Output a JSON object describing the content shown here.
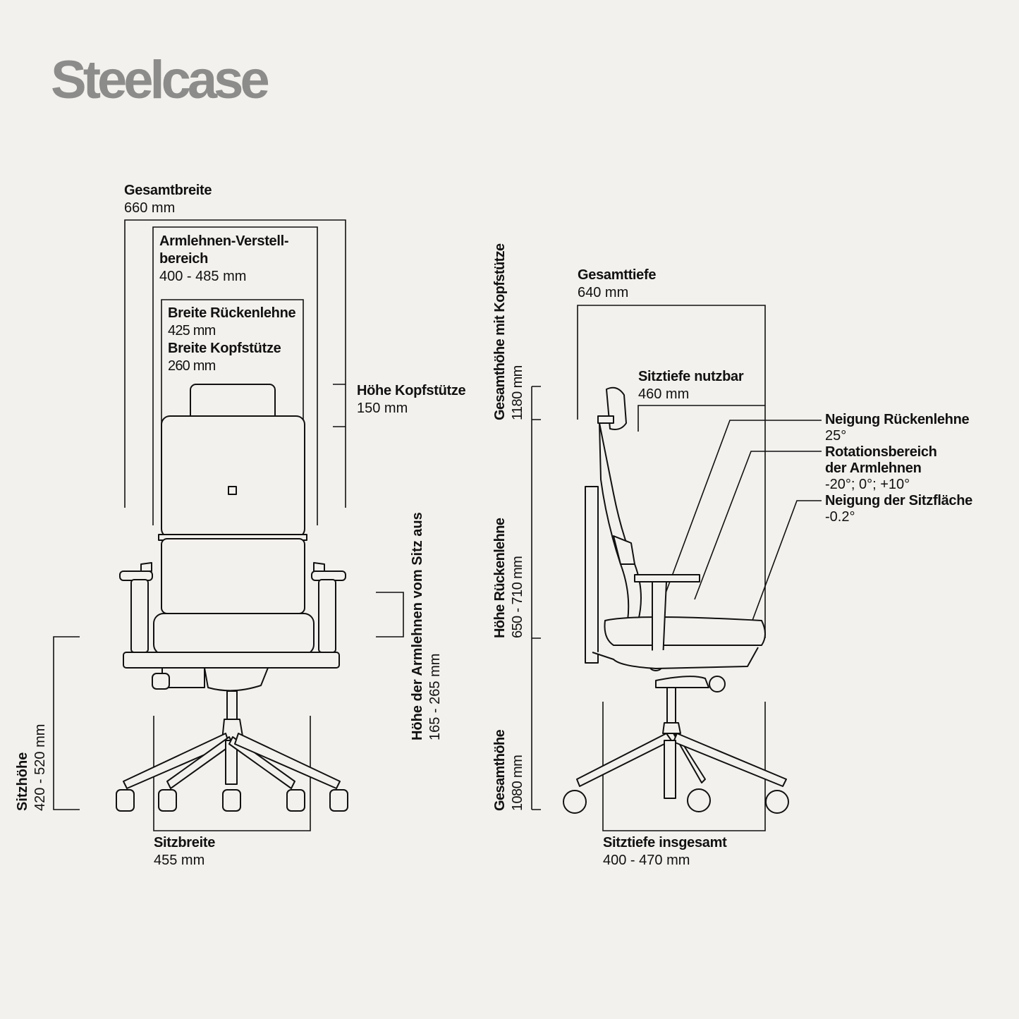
{
  "logo": "Steelcase",
  "front": {
    "overall_width": {
      "label": "Gesamtbreite",
      "value": "660 mm"
    },
    "armrest_range": {
      "label1": "Armlehnen-Verstell-",
      "label2": "bereich",
      "value": "400 - 485 mm"
    },
    "back_width": {
      "label": "Breite Rückenlehne",
      "value": "425 mm"
    },
    "headrest_width": {
      "label": "Breite Kopfstütze",
      "value": "260 mm"
    },
    "headrest_height": {
      "label": "Höhe Kopfstütze",
      "value": "150 mm"
    },
    "armrest_height": {
      "label": "Höhe der Armlehnen vom Sitz aus",
      "value": "165 - 265 mm"
    },
    "seat_height": {
      "label": "Sitzhöhe",
      "value": "420 - 520 mm"
    },
    "seat_width": {
      "label": "Sitzbreite",
      "value": "455 mm"
    }
  },
  "side": {
    "height_with_headrest": {
      "label": "Gesamthöhe mit Kopfstütze",
      "value": "1180 mm"
    },
    "back_height": {
      "label": "Höhe Rückenlehne",
      "value": "650 - 710 mm"
    },
    "overall_height": {
      "label": "Gesamthöhe",
      "value": "1080 mm"
    },
    "overall_depth": {
      "label": "Gesamttiefe",
      "value": "640 mm"
    },
    "usable_seat_depth": {
      "label": "Sitztiefe nutzbar",
      "value": "460 mm"
    },
    "back_tilt": {
      "label": "Neigung Rückenlehne",
      "value": "25°"
    },
    "arm_rotation": {
      "label1": "Rotationsbereich",
      "label2": "der Armlehnen",
      "value": "-20°; 0°; +10°"
    },
    "seat_tilt": {
      "label": "Neigung der Sitzfläche",
      "value": "-0.2°"
    },
    "total_seat_depth": {
      "label": "Sitztiefe insgesamt",
      "value": "400 - 470 mm"
    }
  }
}
